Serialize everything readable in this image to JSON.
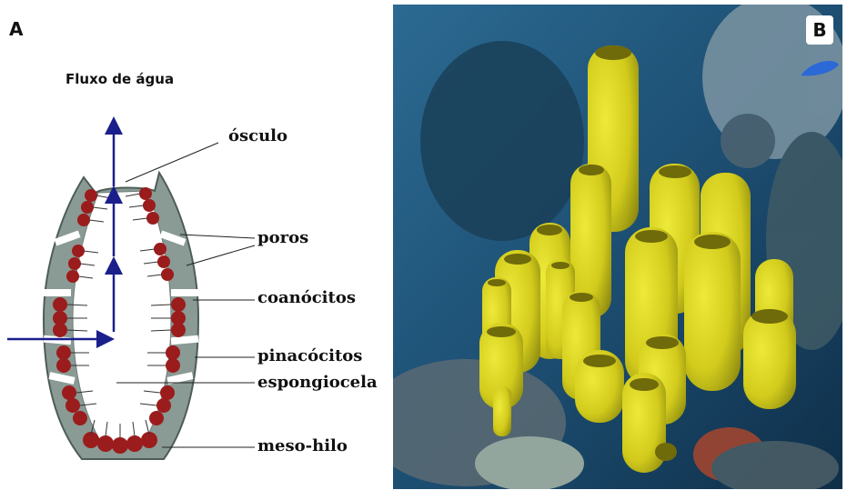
{
  "panel_a": {
    "letter": "A",
    "flow_title": "Fluxo de água",
    "labels": {
      "osculo": "ósculo",
      "poros": "poros",
      "coanocitos": "coanócitos",
      "pinacocitos": "pinacócitos",
      "espongiocela": "espongiocela",
      "meso_hilo": "meso-hilo"
    }
  },
  "panel_b": {
    "letter": "B"
  },
  "colors": {
    "arrow": "#1a1f8c",
    "choanocyte": "#9b1c1c",
    "wall": "#8a9a94",
    "wall_dark": "#5f6e69",
    "sponge": "#d9d21f",
    "water": "#1d4f73"
  }
}
